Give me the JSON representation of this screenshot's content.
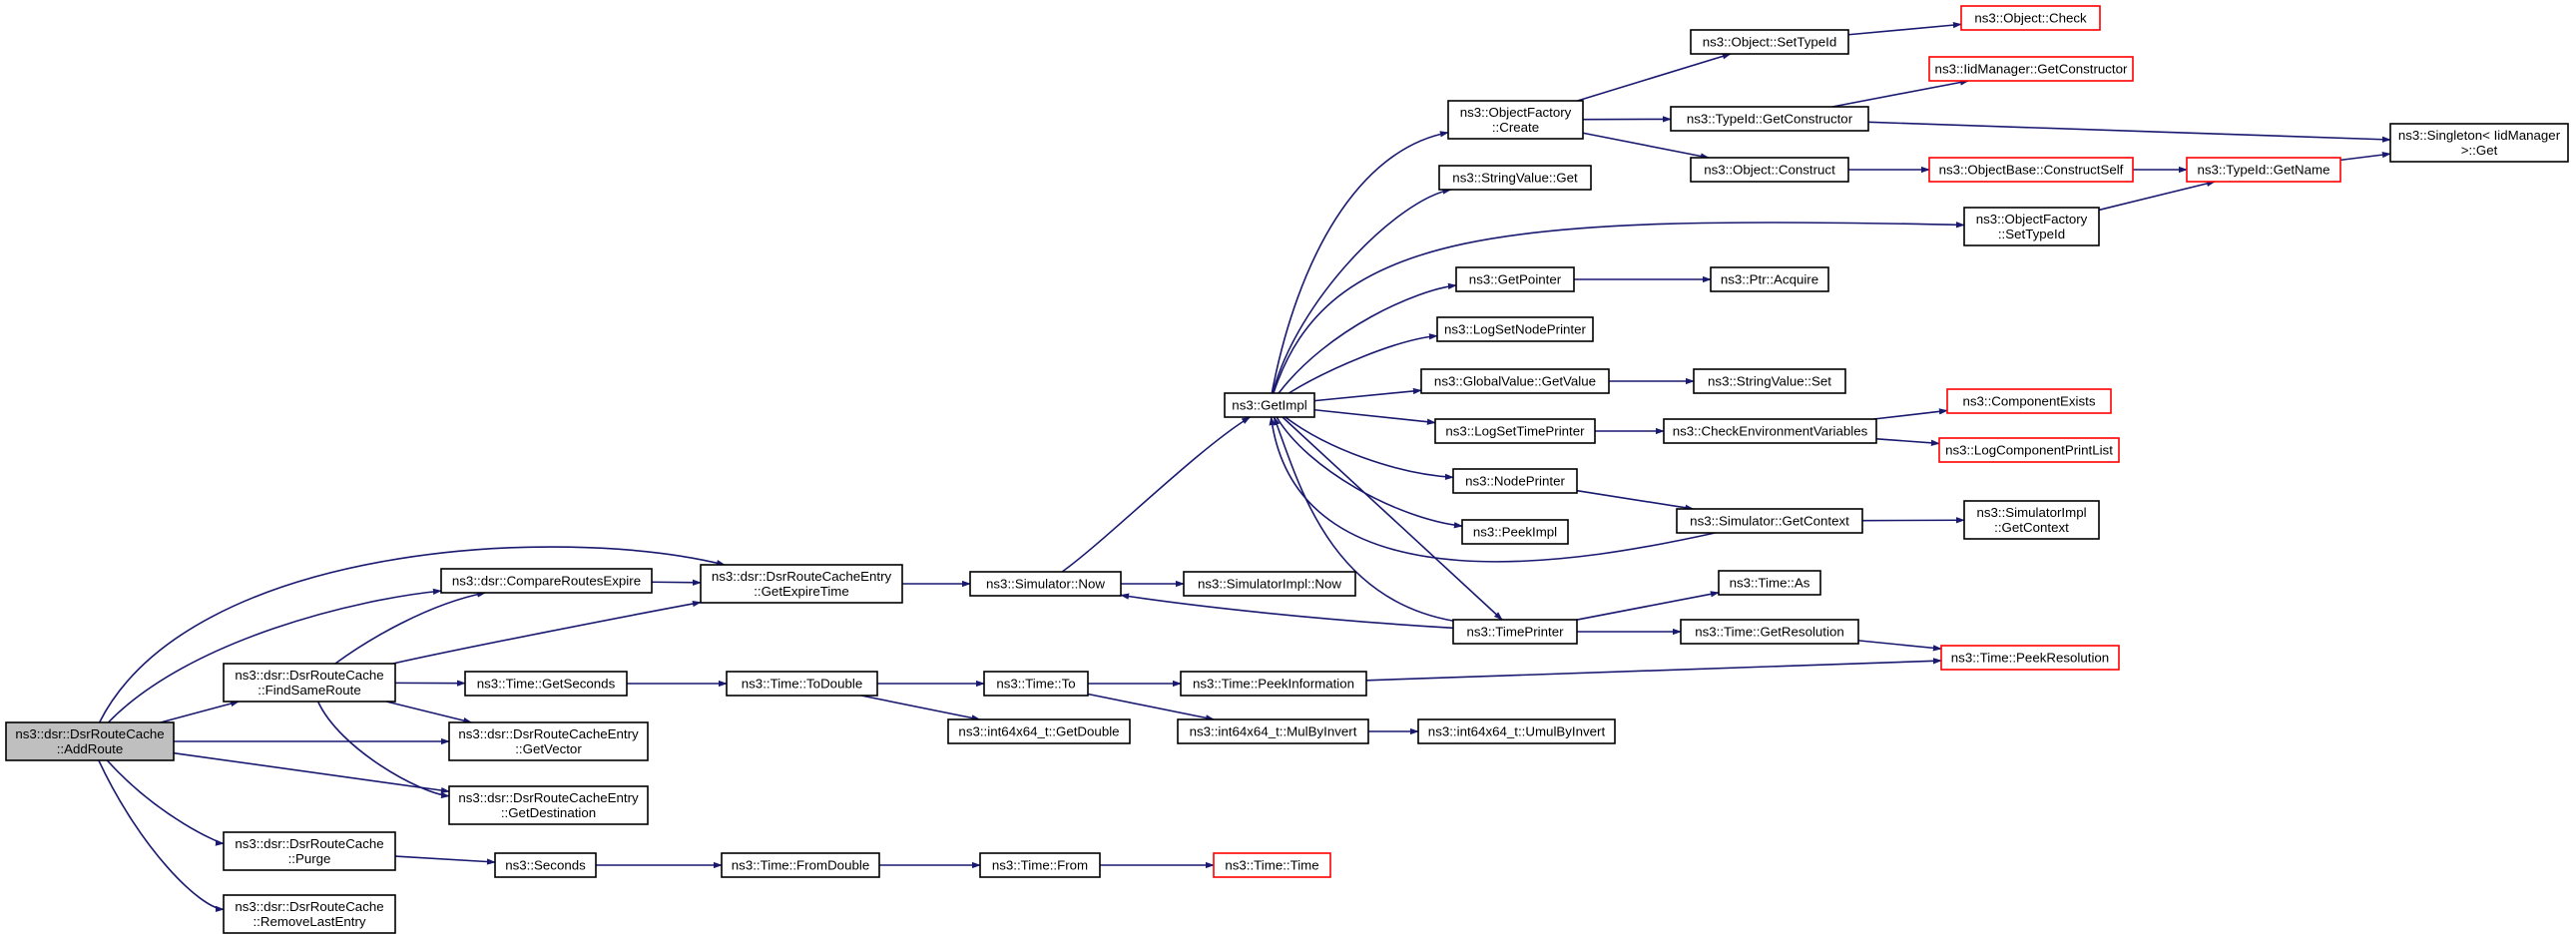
{
  "colors": {
    "edge": "#191970",
    "border_default": "#000000",
    "border_external": "#ff0000",
    "root_fill": "#bfbfbf"
  },
  "nodes": [
    {
      "id": "addroute",
      "lines": [
        "ns3::dsr::DsrRouteCache",
        "::AddRoute"
      ],
      "style": "root"
    },
    {
      "id": "compareroutes",
      "lines": [
        "ns3::dsr::CompareRoutesExpire"
      ],
      "style": "normal"
    },
    {
      "id": "findsameroute",
      "lines": [
        "ns3::dsr::DsrRouteCache",
        "::FindSameRoute"
      ],
      "style": "normal"
    },
    {
      "id": "getexpiretime",
      "lines": [
        "ns3::dsr::DsrRouteCacheEntry",
        "::GetExpireTime"
      ],
      "style": "normal"
    },
    {
      "id": "getseconds",
      "lines": [
        "ns3::Time::GetSeconds"
      ],
      "style": "normal"
    },
    {
      "id": "getvector",
      "lines": [
        "ns3::dsr::DsrRouteCacheEntry",
        "::GetVector"
      ],
      "style": "normal"
    },
    {
      "id": "getdestination",
      "lines": [
        "ns3::dsr::DsrRouteCacheEntry",
        "::GetDestination"
      ],
      "style": "normal"
    },
    {
      "id": "purge",
      "lines": [
        "ns3::dsr::DsrRouteCache",
        "::Purge"
      ],
      "style": "normal"
    },
    {
      "id": "removelast",
      "lines": [
        "ns3::dsr::DsrRouteCache",
        "::RemoveLastEntry"
      ],
      "style": "normal"
    },
    {
      "id": "seconds",
      "lines": [
        "ns3::Seconds"
      ],
      "style": "normal"
    },
    {
      "id": "todouble",
      "lines": [
        "ns3::Time::ToDouble"
      ],
      "style": "normal"
    },
    {
      "id": "fromdouble",
      "lines": [
        "ns3::Time::FromDouble"
      ],
      "style": "normal"
    },
    {
      "id": "simnow",
      "lines": [
        "ns3::Simulator::Now"
      ],
      "style": "normal"
    },
    {
      "id": "timeto",
      "lines": [
        "ns3::Time::To"
      ],
      "style": "normal"
    },
    {
      "id": "getdouble",
      "lines": [
        "ns3::int64x64_t::GetDouble"
      ],
      "style": "normal"
    },
    {
      "id": "timefrom",
      "lines": [
        "ns3::Time::From"
      ],
      "style": "normal"
    },
    {
      "id": "simimplnow",
      "lines": [
        "ns3::SimulatorImpl::Now"
      ],
      "style": "normal"
    },
    {
      "id": "peekinfo",
      "lines": [
        "ns3::Time::PeekInformation"
      ],
      "style": "normal"
    },
    {
      "id": "mulbyinvert",
      "lines": [
        "ns3::int64x64_t::MulByInvert"
      ],
      "style": "normal"
    },
    {
      "id": "timetime",
      "lines": [
        "ns3::Time::Time"
      ],
      "style": "external"
    },
    {
      "id": "umulbyinvert",
      "lines": [
        "ns3::int64x64_t::UmulByInvert"
      ],
      "style": "normal"
    },
    {
      "id": "getimpl",
      "lines": [
        "ns3::GetImpl"
      ],
      "style": "normal"
    },
    {
      "id": "objfactorycreate",
      "lines": [
        "ns3::ObjectFactory",
        "::Create"
      ],
      "style": "normal"
    },
    {
      "id": "stringvalueget",
      "lines": [
        "ns3::StringValue::Get"
      ],
      "style": "normal"
    },
    {
      "id": "getpointer",
      "lines": [
        "ns3::GetPointer"
      ],
      "style": "normal"
    },
    {
      "id": "logsetnodeprinter",
      "lines": [
        "ns3::LogSetNodePrinter"
      ],
      "style": "normal"
    },
    {
      "id": "globalvaluegetvalue",
      "lines": [
        "ns3::GlobalValue::GetValue"
      ],
      "style": "normal"
    },
    {
      "id": "logsettimeprinter",
      "lines": [
        "ns3::LogSetTimePrinter"
      ],
      "style": "normal"
    },
    {
      "id": "nodeprinter",
      "lines": [
        "ns3::NodePrinter"
      ],
      "style": "normal"
    },
    {
      "id": "peekimpl",
      "lines": [
        "ns3::PeekImpl"
      ],
      "style": "normal"
    },
    {
      "id": "timeprinter",
      "lines": [
        "ns3::TimePrinter"
      ],
      "style": "normal"
    },
    {
      "id": "objectsettypeid",
      "lines": [
        "ns3::Object::SetTypeId"
      ],
      "style": "normal"
    },
    {
      "id": "typeidgetconstructor",
      "lines": [
        "ns3::TypeId::GetConstructor"
      ],
      "style": "normal"
    },
    {
      "id": "objectconstruct",
      "lines": [
        "ns3::Object::Construct"
      ],
      "style": "normal"
    },
    {
      "id": "ptracquire",
      "lines": [
        "ns3::Ptr::Acquire"
      ],
      "style": "normal"
    },
    {
      "id": "stringvalueset",
      "lines": [
        "ns3::StringValue::Set"
      ],
      "style": "normal"
    },
    {
      "id": "checkenv",
      "lines": [
        "ns3::CheckEnvironmentVariables"
      ],
      "style": "normal"
    },
    {
      "id": "simgetcontext",
      "lines": [
        "ns3::Simulator::GetContext"
      ],
      "style": "normal"
    },
    {
      "id": "timeas",
      "lines": [
        "ns3::Time::As"
      ],
      "style": "normal"
    },
    {
      "id": "timegetresolution",
      "lines": [
        "ns3::Time::GetResolution"
      ],
      "style": "normal"
    },
    {
      "id": "objectcheck",
      "lines": [
        "ns3::Object::Check"
      ],
      "style": "external"
    },
    {
      "id": "iidmanagergetconstructor",
      "lines": [
        "ns3::IidManager::GetConstructor"
      ],
      "style": "external"
    },
    {
      "id": "objectbaseconstructself",
      "lines": [
        "ns3::ObjectBase::ConstructSelf"
      ],
      "style": "external"
    },
    {
      "id": "objfactorysettypeid",
      "lines": [
        "ns3::ObjectFactory",
        "::SetTypeId"
      ],
      "style": "normal"
    },
    {
      "id": "componentexists",
      "lines": [
        "ns3::ComponentExists"
      ],
      "style": "external"
    },
    {
      "id": "logcomponentprintlist",
      "lines": [
        "ns3::LogComponentPrintList"
      ],
      "style": "external"
    },
    {
      "id": "simimplgetcontext",
      "lines": [
        "ns3::SimulatorImpl",
        "::GetContext"
      ],
      "style": "normal"
    },
    {
      "id": "peekresolution",
      "lines": [
        "ns3::Time::PeekResolution"
      ],
      "style": "external"
    },
    {
      "id": "typeidgetname",
      "lines": [
        "ns3::TypeId::GetName"
      ],
      "style": "external"
    },
    {
      "id": "singletonget",
      "lines": [
        "ns3::Singleton< IidManager",
        ">::Get"
      ],
      "style": "normal"
    }
  ],
  "edges": [
    [
      "addroute",
      "getexpiretime"
    ],
    [
      "addroute",
      "compareroutes"
    ],
    [
      "addroute",
      "findsameroute"
    ],
    [
      "addroute",
      "getvector"
    ],
    [
      "addroute",
      "getdestination"
    ],
    [
      "addroute",
      "purge"
    ],
    [
      "addroute",
      "removelast"
    ],
    [
      "compareroutes",
      "getexpiretime"
    ],
    [
      "findsameroute",
      "compareroutes"
    ],
    [
      "findsameroute",
      "getexpiretime"
    ],
    [
      "findsameroute",
      "getseconds"
    ],
    [
      "findsameroute",
      "getvector"
    ],
    [
      "findsameroute",
      "getdestination"
    ],
    [
      "getexpiretime",
      "simnow"
    ],
    [
      "getseconds",
      "todouble"
    ],
    [
      "todouble",
      "timeto"
    ],
    [
      "todouble",
      "getdouble"
    ],
    [
      "purge",
      "seconds"
    ],
    [
      "seconds",
      "fromdouble"
    ],
    [
      "fromdouble",
      "timefrom"
    ],
    [
      "timefrom",
      "timetime"
    ],
    [
      "simnow",
      "getimpl"
    ],
    [
      "simnow",
      "simimplnow"
    ],
    [
      "timeto",
      "peekinfo"
    ],
    [
      "timeto",
      "mulbyinvert"
    ],
    [
      "peekinfo",
      "peekresolution"
    ],
    [
      "mulbyinvert",
      "umulbyinvert"
    ],
    [
      "getimpl",
      "objfactorycreate"
    ],
    [
      "getimpl",
      "stringvalueget"
    ],
    [
      "getimpl",
      "objfactorysettypeid"
    ],
    [
      "getimpl",
      "getpointer"
    ],
    [
      "getimpl",
      "logsetnodeprinter"
    ],
    [
      "getimpl",
      "globalvaluegetvalue"
    ],
    [
      "getimpl",
      "logsettimeprinter"
    ],
    [
      "getimpl",
      "nodeprinter"
    ],
    [
      "getimpl",
      "peekimpl"
    ],
    [
      "getimpl",
      "timeprinter"
    ],
    [
      "simgetcontext",
      "getimpl"
    ],
    [
      "timeprinter",
      "getimpl"
    ],
    [
      "timeprinter",
      "simnow"
    ],
    [
      "timeprinter",
      "timeas"
    ],
    [
      "timeprinter",
      "timegetresolution"
    ],
    [
      "objfactorycreate",
      "objectsettypeid"
    ],
    [
      "objfactorycreate",
      "typeidgetconstructor"
    ],
    [
      "objfactorycreate",
      "objectconstruct"
    ],
    [
      "objectsettypeid",
      "objectcheck"
    ],
    [
      "typeidgetconstructor",
      "iidmanagergetconstructor"
    ],
    [
      "typeidgetconstructor",
      "singletonget"
    ],
    [
      "objectconstruct",
      "objectbaseconstructself"
    ],
    [
      "objectbaseconstructself",
      "typeidgetname"
    ],
    [
      "objfactorysettypeid",
      "typeidgetname"
    ],
    [
      "typeidgetname",
      "singletonget"
    ],
    [
      "getpointer",
      "ptracquire"
    ],
    [
      "globalvaluegetvalue",
      "stringvalueset"
    ],
    [
      "logsettimeprinter",
      "checkenv"
    ],
    [
      "checkenv",
      "componentexists"
    ],
    [
      "checkenv",
      "logcomponentprintlist"
    ],
    [
      "nodeprinter",
      "simgetcontext"
    ],
    [
      "simgetcontext",
      "simimplgetcontext"
    ],
    [
      "timegetresolution",
      "peekresolution"
    ]
  ]
}
